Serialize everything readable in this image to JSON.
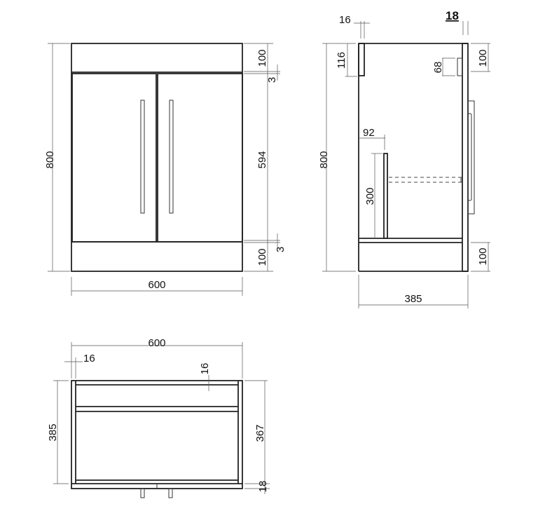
{
  "front_view": {
    "height": "800",
    "width": "600",
    "top_rail": "100",
    "gap_top": "3",
    "door_height": "594",
    "bottom_rail": "100",
    "gap_bottom": "3"
  },
  "side_view": {
    "panel_thickness": "16",
    "door_thickness": "18",
    "rear_rail": "116",
    "block": "68",
    "top_rail": "100",
    "height": "800",
    "shelf_offset": "92",
    "divider_height": "300",
    "plinth": "100",
    "depth": "385"
  },
  "plan_view": {
    "width": "600",
    "side_thickness": "16",
    "rail_thickness": "16",
    "depth": "385",
    "inner_depth": "367",
    "door_thickness": "18"
  }
}
